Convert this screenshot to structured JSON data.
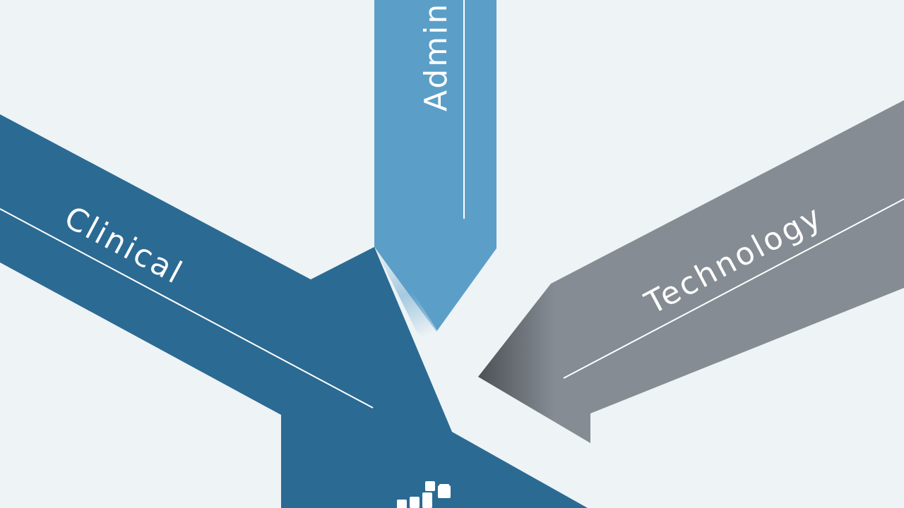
{
  "diagram": {
    "background": "#eef3f5",
    "arrows": [
      {
        "id": "clinical",
        "label": "Clinical",
        "color": "#2b6a93"
      },
      {
        "id": "admin",
        "label": "Admin",
        "color": "#5b9fc9"
      },
      {
        "id": "technology",
        "label": "Technology",
        "color": "#858c93"
      }
    ],
    "logo_color": "#ffffff"
  }
}
